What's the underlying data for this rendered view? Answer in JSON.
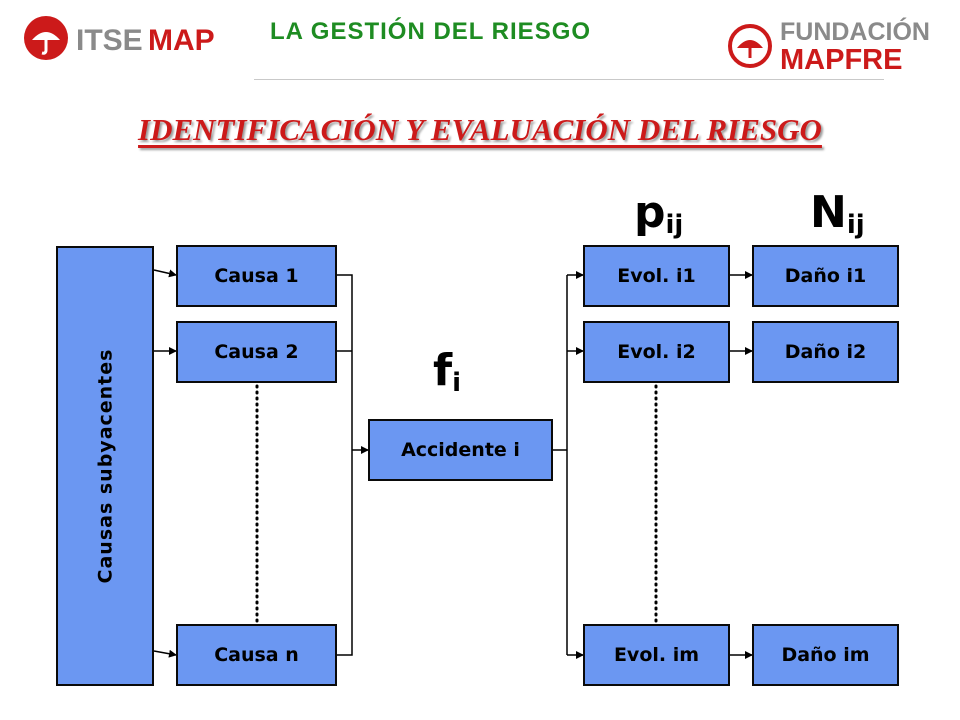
{
  "header": {
    "left_logo": {
      "prefix": "ITSE",
      "suffix": "MAP"
    },
    "title": "LA GESTIÓN DEL RIESGO",
    "right_logo": {
      "line1": "FUNDACIÓN",
      "line2": "MAPFRE"
    }
  },
  "subtitle": "IDENTIFICACIÓN Y EVALUACIÓN DEL RIESGO",
  "diagram": {
    "group_label": "Causas subyacentes",
    "causes": [
      "Causa 1",
      "Causa 2",
      "Causa n"
    ],
    "accident": "Accidente i",
    "evolutions": [
      "Evol. i1",
      "Evol. i2",
      "Evol. im"
    ],
    "damages": [
      "Daño i1",
      "Daño i2",
      "Daño im"
    ],
    "symbols": {
      "frequency": {
        "base": "f",
        "sub": "i"
      },
      "probability": {
        "base": "p",
        "sub": "ij"
      },
      "consequence": {
        "base": "N",
        "sub": "ij"
      }
    }
  },
  "colors": {
    "box_fill": "#6b97f2",
    "title_green": "#1e8c22",
    "brand_red": "#cc1a1a"
  }
}
